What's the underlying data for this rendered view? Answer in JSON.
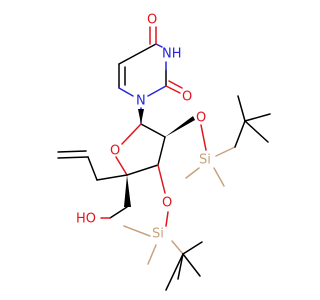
{
  "colors": {
    "bond": "#000000",
    "oxygen": "#e4141c",
    "nitrogen": "#2525e0",
    "silicon": "#c9a27d"
  },
  "labels": {
    "o_top": "O",
    "nh": "NH",
    "o_right": "O",
    "n_ring": "N",
    "o_furan": "O",
    "o_2prime": "O",
    "si_1": "Si",
    "o_3prime": "O",
    "si_2": "Si",
    "ho": "HO"
  }
}
